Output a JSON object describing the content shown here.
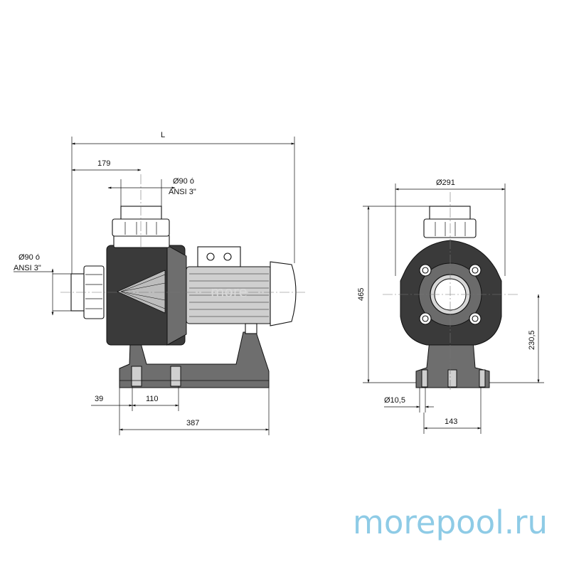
{
  "side_view": {
    "dim_L": "L",
    "dim_179": "179",
    "outlet_diameter": "Ø90 ó",
    "outlet_thread": "ANSI 3\"",
    "inlet_diameter": "Ø90 ó",
    "inlet_thread": "ANSI 3\"",
    "dim_39": "39",
    "dim_110": "110",
    "dim_387": "387"
  },
  "front_view": {
    "dim_291": "Ø291",
    "dim_465": "465",
    "dim_230_5": "230,5",
    "dim_hole": "Ø10,5",
    "dim_143": "143"
  },
  "watermark": {
    "brand": "morepool.ru",
    "faint": "more"
  }
}
